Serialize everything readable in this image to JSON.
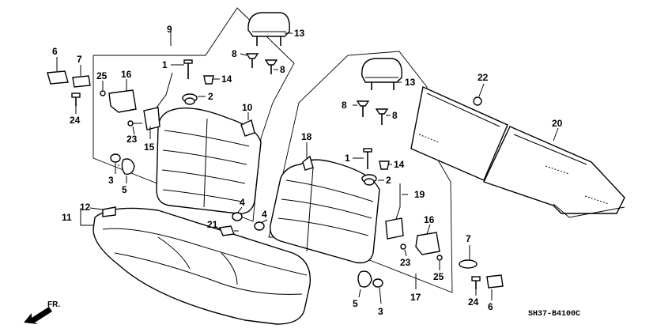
{
  "diagram_code": "SH37-B4100C",
  "direction_label": "FR.",
  "callouts": {
    "c1a": "1",
    "c1b": "1",
    "c2a": "2",
    "c2b": "2",
    "c3a": "3",
    "c3b": "3",
    "c4a": "4",
    "c4b": "4",
    "c5a": "5",
    "c5b": "5",
    "c6a": "6",
    "c6b": "6",
    "c7a": "7",
    "c7b": "7",
    "c8a": "8",
    "c8b": "8",
    "c8c": "8",
    "c8d": "8",
    "c9": "9",
    "c10": "10",
    "c11": "11",
    "c12": "12",
    "c13a": "13",
    "c13b": "13",
    "c14a": "14",
    "c14b": "14",
    "c15": "15",
    "c16a": "16",
    "c16b": "16",
    "c17": "17",
    "c18": "18",
    "c19": "19",
    "c20": "20",
    "c21": "21",
    "c22": "22",
    "c23a": "23",
    "c23b": "23",
    "c24a": "24",
    "c24b": "24",
    "c25a": "25",
    "c25b": "25"
  }
}
